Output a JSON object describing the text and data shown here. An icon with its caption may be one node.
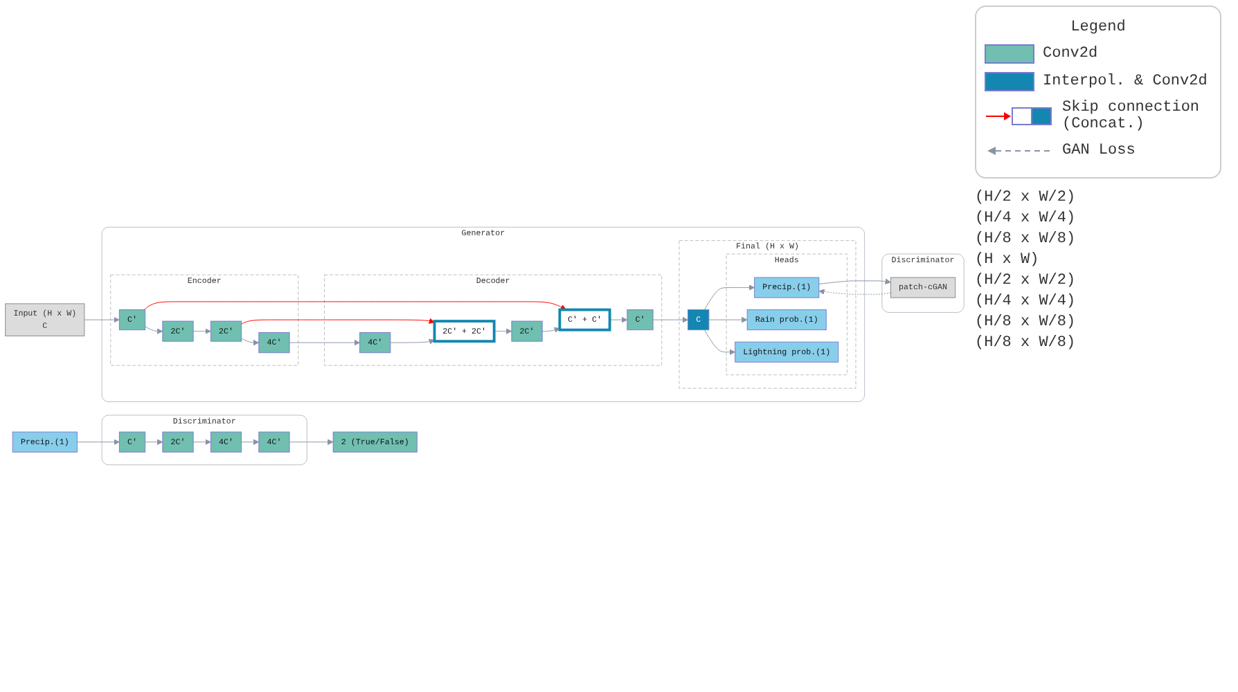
{
  "diagram": {
    "nodes": [
      {
        "text": [
          "Input (H x W)",
          "C"
        ]
      },
      {
        "text": [
          "Generator"
        ]
      },
      {
        "text": [
          "Encoder"
        ],
        "in": 1
      },
      {
        "text": [
          "C'"
        ],
        "in": 2
      },
      {
        "text": [
          "2C'"
        ],
        "in": 2
      },
      {
        "text": [
          "2C'"
        ],
        "in": 2
      },
      {
        "text": [
          "4C'"
        ],
        "in": 2
      },
      {
        "text": [
          "Decoder"
        ],
        "in": 1
      },
      {
        "text": [
          "C' + C'"
        ],
        "in": 7
      },
      {
        "text": [
          "C'"
        ],
        "in": 7
      },
      {
        "text": [
          "2C' + 2C'"
        ],
        "in": 7
      },
      {
        "text": [
          "2C'"
        ],
        "in": 7
      },
      {
        "text": [
          "4C'"
        ],
        "in": 7
      },
      {
        "text": [
          "Final (H x W)"
        ],
        "in": 1
      },
      {
        "text": [
          "C"
        ],
        "in": 13
      },
      {
        "text": [
          "Heads"
        ],
        "in": 13
      },
      {
        "text": [
          "Precip.(1)"
        ],
        "in": 15
      },
      {
        "text": [
          "Rain prob.(1)"
        ],
        "in": 15
      },
      {
        "text": [
          "Lightning prob.(1)"
        ],
        "in": 15
      },
      {
        "text": [
          "Discriminator"
        ]
      },
      {
        "text": [
          "patch-cGAN"
        ],
        "in": 19
      },
      {
        "text": [
          "Discriminator"
        ]
      },
      {
        "text": [
          "Precip.(1)"
        ]
      },
      {
        "text": [
          "C'"
        ],
        "in": 21
      },
      {
        "text": [
          "2C'"
        ],
        "in": 21
      },
      {
        "text": [
          "4C'"
        ],
        "in": 21
      },
      {
        "text": [
          "4C'"
        ],
        "in": 21
      },
      {
        "text": [
          "2 (True/False)"
        ]
      }
    ],
    "edges": [
      {
        "from": 0,
        "to": 3,
        "arrow": "to"
      },
      {
        "from": 3,
        "to": 4,
        "arrow": "to"
      },
      {
        "from": 4,
        "to": 5,
        "arrow": "to"
      },
      {
        "from": 5,
        "to": 6,
        "arrow": "to"
      },
      {
        "from": 3,
        "to": 8,
        "arrow": "to",
        "color": "#ff0000"
      },
      {
        "from": 5,
        "to": 10,
        "arrow": "to",
        "color": "#ff0000"
      },
      {
        "from": 6,
        "to": 12,
        "arrow": "to"
      },
      {
        "from": 12,
        "to": 10,
        "arrow": "to"
      },
      {
        "from": 10,
        "to": 11,
        "arrow": "to"
      },
      {
        "from": 11,
        "to": 8,
        "arrow": "to"
      },
      {
        "from": 8,
        "to": 9,
        "arrow": "to"
      },
      {
        "from": 9,
        "to": 14,
        "arrow": "to"
      },
      {
        "from": 14,
        "to": 16,
        "arrow": "to"
      },
      {
        "from": 14,
        "to": 17,
        "arrow": "to"
      },
      {
        "from": 14,
        "to": 18,
        "arrow": "to"
      },
      {
        "from": 16,
        "to": 20,
        "arrow": "to"
      },
      {
        "from": 20,
        "to": 16,
        "arrow": "to",
        "style": "dashed"
      },
      {
        "from": 22,
        "to": 23,
        "arrow": "to"
      },
      {
        "from": 23,
        "to": 24,
        "arrow": "to"
      },
      {
        "from": 24,
        "to": 25,
        "arrow": "to"
      },
      {
        "from": 25,
        "to": 26,
        "arrow": "to"
      },
      {
        "from": 26,
        "to": 27,
        "arrow": "to"
      }
    ],
    "labels": [
      "(H/2 x W/2)",
      "(H/4 x W/4)",
      "(H/8 x W/8)",
      "Legend",
      "(H x W)",
      "(H/2 x W/2)",
      "(H/4 x W/4)",
      "(H/8 x W/8)",
      "(H/8 x W/8)"
    ],
    "legend": [
      {
        "text": "Conv2d",
        "color": "#70bfb0"
      },
      {
        "text": "Interpol. & Conv2d",
        "color": "#1387b1"
      },
      {
        "text": "Skip connection (Concat.)"
      },
      {
        "text": "GAN Loss"
      }
    ]
  }
}
